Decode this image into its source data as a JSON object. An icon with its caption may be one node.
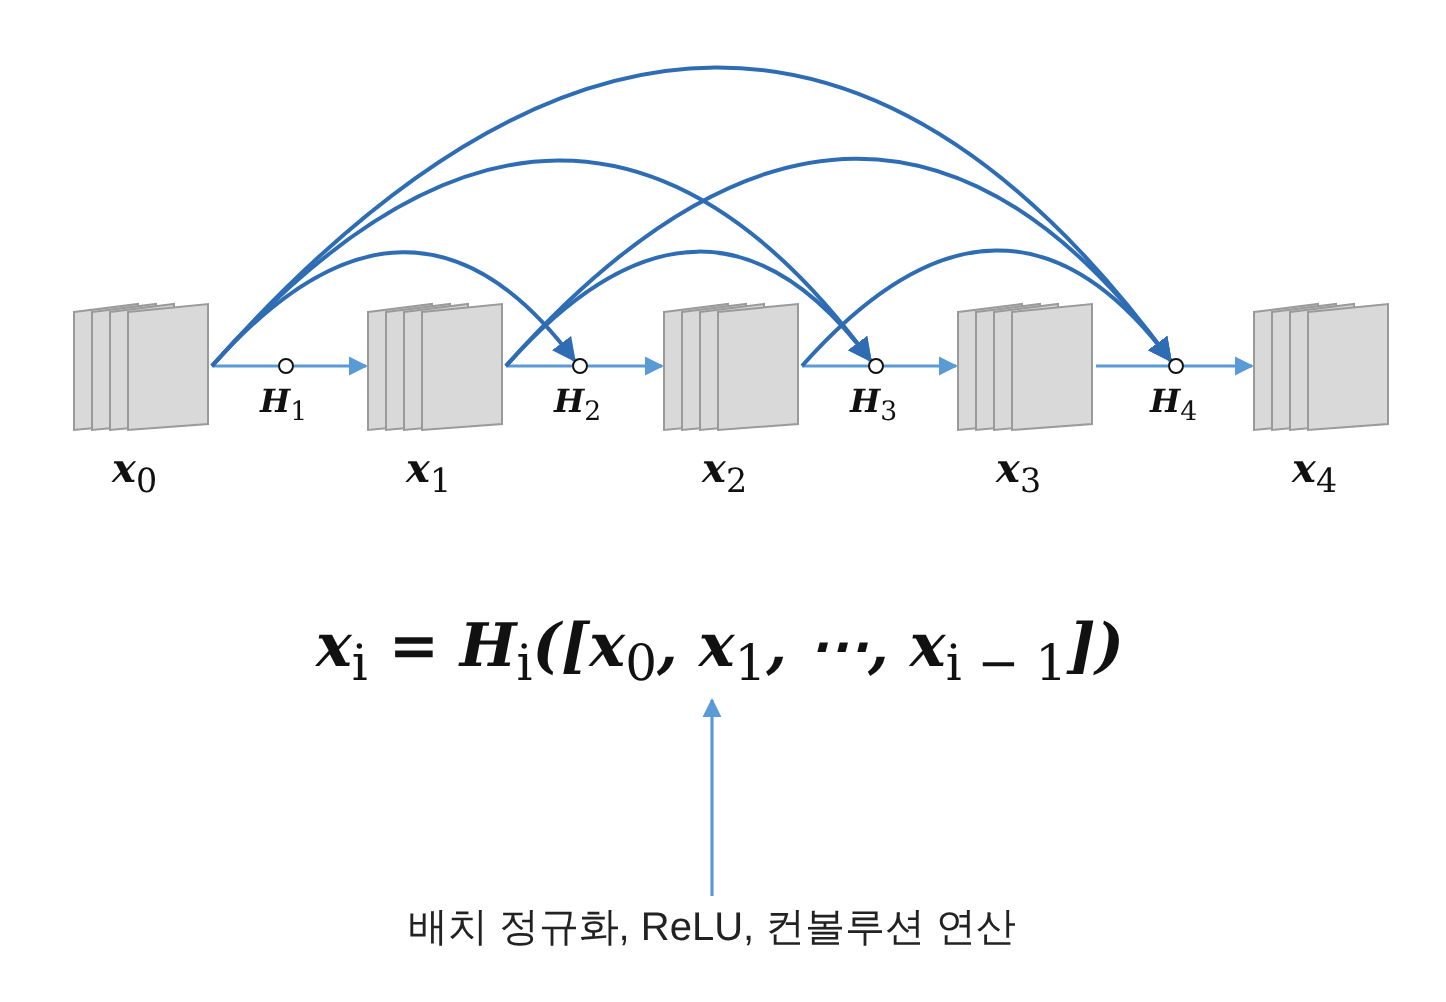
{
  "diagram": {
    "nodes": [
      {
        "text": [
          "x$_{0}$"
        ]
      },
      {
        "text": [],
        "shape": "circle",
        "beside": [
          "H$_{1}$"
        ]
      },
      {
        "text": [
          "x$_{1}$"
        ]
      },
      {
        "text": [],
        "shape": "circle",
        "beside": [
          "H$_{2}$"
        ]
      },
      {
        "text": [
          "x$_{2}$"
        ]
      },
      {
        "text": [],
        "shape": "circle",
        "beside": [
          "H$_{3}$"
        ]
      },
      {
        "text": [
          "x$_{3}$"
        ]
      },
      {
        "text": [],
        "shape": "circle",
        "beside": [
          "H$_{4}$"
        ]
      },
      {
        "text": [
          "x$_{4}$"
        ]
      },
      {
        "text": [
          "x$_{i}$ = H$_{i}$([x$_{0}$, x$_{1}$, ⋯, x$_{i − 1}$])"
        ]
      },
      {
        "text": [
          "배치 정규화, ReLU, 컨볼루션 연산"
        ]
      }
    ],
    "edges": [
      {
        "from": 0,
        "to": 1,
        "arrow": "none"
      },
      {
        "from": 1,
        "to": 2,
        "arrow": "to"
      },
      {
        "from": 2,
        "to": 3,
        "arrow": "none"
      },
      {
        "from": 3,
        "to": 4,
        "arrow": "to"
      },
      {
        "from": 4,
        "to": 5,
        "arrow": "none"
      },
      {
        "from": 5,
        "to": 6,
        "arrow": "to"
      },
      {
        "from": 6,
        "to": 7,
        "arrow": "none"
      },
      {
        "from": 7,
        "to": 8,
        "arrow": "to"
      },
      {
        "from": 0,
        "to": 3,
        "arrow": "to",
        "color": "#2e6db4"
      },
      {
        "from": 0,
        "to": 5,
        "arrow": "to",
        "color": "#2e6db4"
      },
      {
        "from": 0,
        "to": 7,
        "arrow": "to",
        "color": "#2e6db4"
      },
      {
        "from": 2,
        "to": 5,
        "arrow": "to",
        "color": "#2e6db4"
      },
      {
        "from": 2,
        "to": 7,
        "arrow": "to",
        "color": "#2e6db4"
      },
      {
        "from": 4,
        "to": 7,
        "arrow": "to",
        "color": "#2e6db4"
      },
      {
        "from": 10,
        "to": 9,
        "arrow": "to"
      }
    ]
  }
}
